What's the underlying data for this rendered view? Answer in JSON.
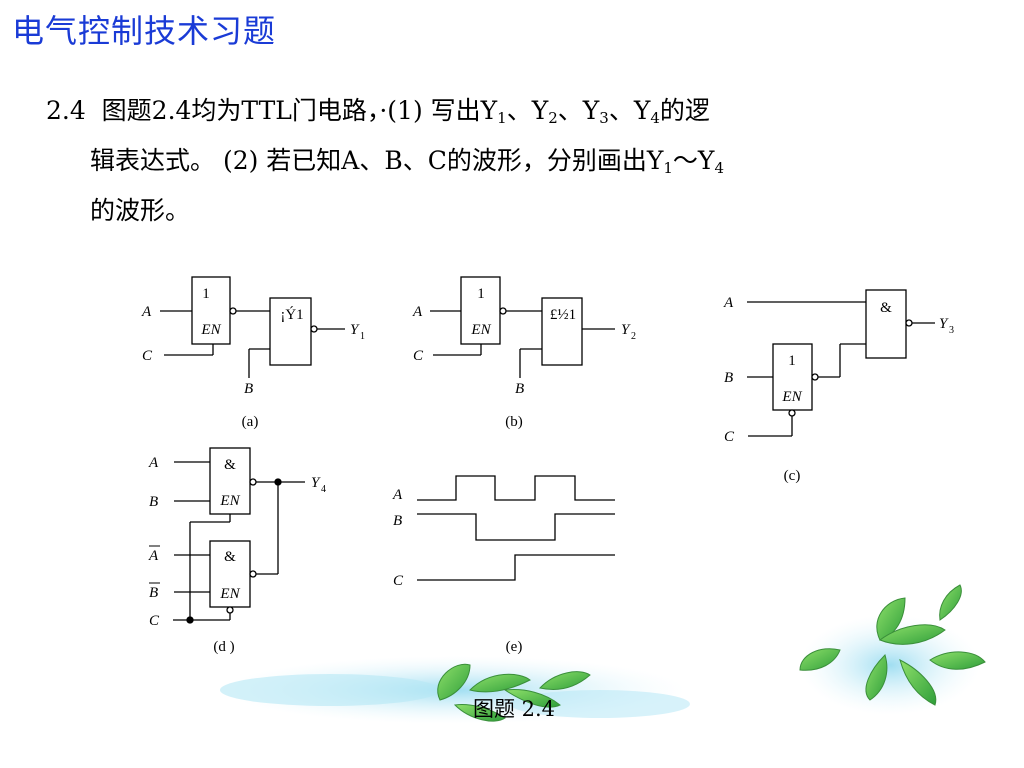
{
  "title": "电气控制技术习题",
  "problem": {
    "number": "2.4",
    "line1_a": "图题2.4均为TTL门电路，·(1) 写出Y",
    "line1_b": "、Y",
    "line1_c": "、Y",
    "line1_d": "、Y",
    "line1_e": "的逻",
    "line2_a": "辑表达式。  (2) 若已知A、B、C的波形，分别画出Y",
    "line2_b": "～Y",
    "line3": "的波形。",
    "sub1": "1",
    "sub2": "2",
    "sub3": "3",
    "sub4": "4"
  },
  "figure": {
    "caption": "图题 2.4",
    "a": {
      "label": "(a)",
      "buf": "1",
      "en": "EN",
      "gate": "¡Ý1",
      "inA": "A",
      "inC": "C",
      "inB": "B",
      "out": "Y",
      "outsub": "1"
    },
    "b": {
      "label": "(b)",
      "buf": "1",
      "en": "EN",
      "gate": "£½1",
      "inA": "A",
      "inC": "C",
      "inB": "B",
      "out": "Y",
      "outsub": "2"
    },
    "c": {
      "label": "(c)",
      "buf": "1",
      "en": "EN",
      "gate": "&",
      "inA": "A",
      "inB": "B",
      "inC": "C",
      "out": "Y",
      "outsub": "3"
    },
    "d": {
      "label": "(d )",
      "gate": "&",
      "en": "EN",
      "inA": "A",
      "inB": "B",
      "inAbar": "A",
      "inBbar": "B",
      "inC": "C",
      "out": "Y",
      "outsub": "4"
    },
    "e": {
      "label": "(e)",
      "A": "A",
      "B": "B",
      "C": "C"
    }
  }
}
